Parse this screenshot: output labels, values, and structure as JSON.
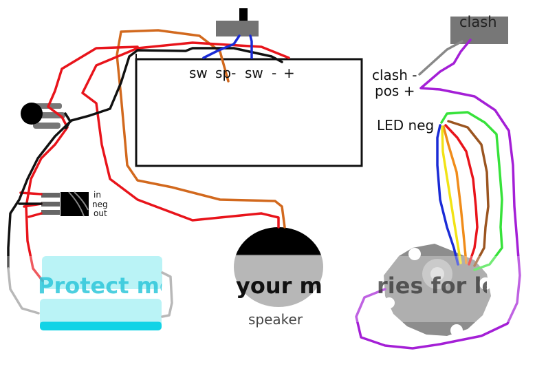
{
  "diagram": {
    "title": "Saber sound board wiring diagram",
    "board": {
      "pin_labels": [
        "sw",
        "sp-",
        "sw",
        "-",
        "+"
      ]
    },
    "clash_sensor": {
      "label": "clash"
    },
    "right_labels": {
      "clash_neg": "clash -",
      "pos_pos": "pos +",
      "led_neg": "LED neg"
    },
    "recharge_port": {
      "pins": [
        "in",
        "neg",
        "out"
      ]
    },
    "speaker": {
      "label": "speaker"
    },
    "watermark": {
      "fragments": [
        "Protect mo",
        "your mo",
        "ries for les"
      ]
    },
    "colors": {
      "red": "#e8141b",
      "black": "#111111",
      "orange": "#d2691e",
      "blue": "#1a2bd6",
      "purple": "#a41fd6",
      "green": "#37e23a",
      "brown": "#9b5520",
      "yellow": "#f2e315",
      "led_orange": "#f08c1a",
      "gray": "#777777",
      "battery": "#9deef3",
      "battery_accent": "#12d3e6"
    }
  }
}
